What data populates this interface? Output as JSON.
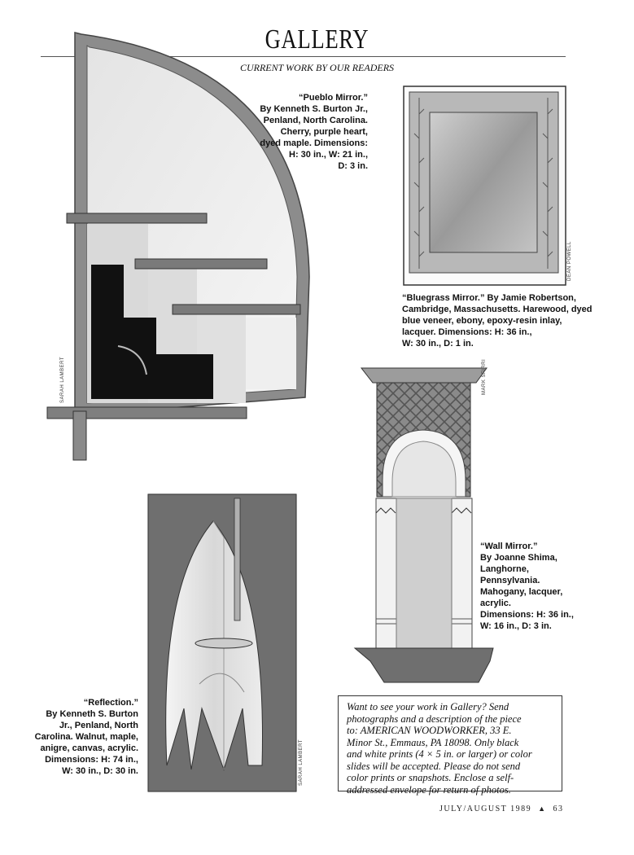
{
  "masthead": {
    "title": "GALLERY",
    "subtitle": "CURRENT WORK BY OUR READERS"
  },
  "pieces": {
    "pueblo": {
      "caption_lines": [
        "“Pueblo Mirror.”",
        "By Kenneth S. Burton Jr.,",
        "Penland, North Carolina.",
        "Cherry, purple heart,",
        "dyed maple. Dimensions:",
        "H: 30 in., W: 21 in.,",
        "D: 3 in."
      ],
      "photo_credit": "SARAH LAMBERT"
    },
    "bluegrass": {
      "caption_lines": [
        "“Bluegrass Mirror.” By Jamie Robertson,",
        "Cambridge, Massachusetts. Harewood, dyed",
        "blue veneer, ebony, epoxy-resin inlay,",
        "lacquer. Dimensions: H: 36 in.,",
        "W: 30 in., D: 1 in."
      ],
      "photo_credit": "DEAN POWELL"
    },
    "wall": {
      "caption_lines": [
        "“Wall Mirror.”",
        "By Joanne Shima,",
        "Langhorne,",
        "Pennsylvania.",
        "Mahogany, lacquer,",
        "acrylic.",
        "Dimensions: H: 36 in.,",
        "W: 16 in., D: 3 in."
      ],
      "photo_credit": "MARK SFIRRI"
    },
    "reflection": {
      "caption_lines": [
        "“Reflection.”",
        "By Kenneth S. Burton",
        "Jr., Penland, North",
        "Carolina. Walnut, maple,",
        "anigre, canvas, acrylic.",
        "Dimensions: H: 74 in.,",
        "W: 30 in., D: 30 in."
      ],
      "photo_credit": "SARAH LAMBERT"
    }
  },
  "submission_box": {
    "lines": [
      "Want to see your work in Gallery? Send",
      "photographs and a description of the piece",
      "to: AMERICAN WOODWORKER, 33 E.",
      "Minor St., Emmaus, PA 18098. Only black",
      "and white prints (4 × 5 in. or larger) or color",
      "slides will be accepted. Please do not send",
      "color prints or snapshots. Enclose a self-",
      "addressed envelope for return of photos."
    ]
  },
  "folio": {
    "issue": "JULY/AUGUST  1989",
    "marker": "▲",
    "page": "63"
  }
}
